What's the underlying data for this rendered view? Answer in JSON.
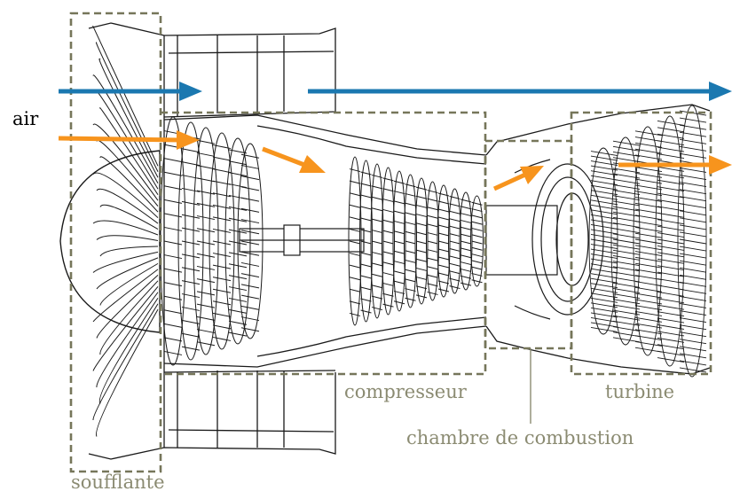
{
  "labels": {
    "air": "air",
    "compresseur": "compresseur",
    "turbine": "turbine",
    "chambre": "chambre de combustion",
    "soufflante": "soufflante"
  },
  "colors": {
    "outline": "#76765a",
    "label": "#8b8b72",
    "bypass_arrow": "#1b78b0",
    "core_arrow": "#f7941d",
    "drawing": "#1a1a1a",
    "air_label": "#000000"
  },
  "sections": [
    "soufflante",
    "compresseur",
    "chambre de combustion",
    "turbine"
  ],
  "arrows": {
    "bypass": "blue bypass airflow arrows",
    "core": "orange core airflow arrows"
  }
}
